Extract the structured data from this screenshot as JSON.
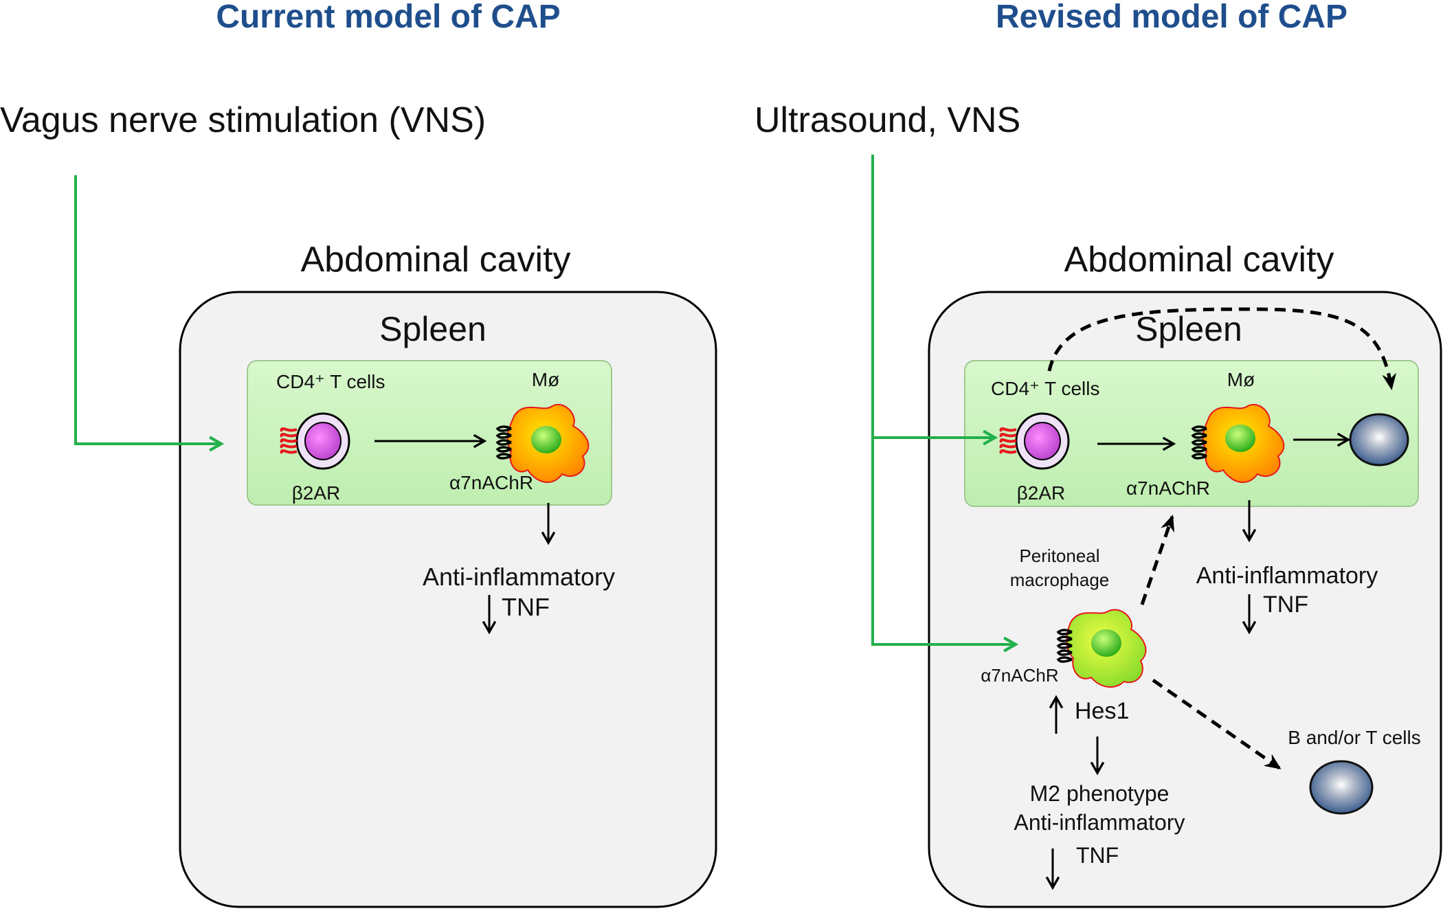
{
  "colors": {
    "title": "#1f4e8c",
    "green_arrow": "#22b04b",
    "spleen_fill": "#ccf4bf",
    "cavity_fill": "#f2f2f2",
    "receptor_red": "#e8161d",
    "tcell_purple": "#c35bd6",
    "macrophage_orange": "#ff8c00",
    "macrophage_green": "#8fdf2a",
    "blue_cell": "#2b4f86"
  },
  "left": {
    "title": "Current model of CAP",
    "stimulus": "Vagus nerve stimulation (VNS)",
    "cavity_label": "Abdominal cavity",
    "spleen_label": "Spleen",
    "tcell_label": "CD4⁺ T cells",
    "macrophage_label": "Mø",
    "b2ar_label": "β2AR",
    "a7_label": "α7nAChR",
    "anti_label": "Anti-inflammatory",
    "tnf_label": "TNF"
  },
  "right": {
    "title": "Revised model of CAP",
    "stimulus": "Ultrasound, VNS",
    "cavity_label": "Abdominal cavity",
    "spleen_label": "Spleen",
    "tcell_label": "CD4⁺ T cells",
    "macrophage_label": "Mø",
    "b2ar_label": "β2AR",
    "a7_label": "α7nAChR",
    "anti_label": "Anti-inflammatory",
    "tnf_label": "TNF",
    "peritoneal_label_1": "Peritoneal",
    "peritoneal_label_2": "macrophage",
    "a7_label_2": "α7nAChR",
    "hes1_label": "Hes1",
    "m2_label": "M2 phenotype",
    "anti_label_2": "Anti-inflammatory",
    "tnf_label_2": "TNF",
    "bt_label": "B and/or T cells"
  }
}
